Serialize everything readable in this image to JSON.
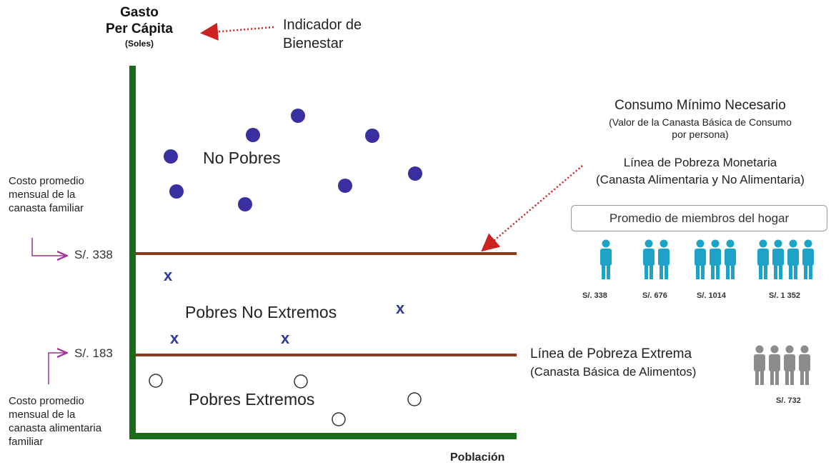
{
  "axes": {
    "y_title": [
      "Gasto",
      "Per Cápita"
    ],
    "y_unit": "(Soles)",
    "y_indicator": [
      "Indicador de",
      "Bienestar"
    ],
    "x_title": "Población"
  },
  "regions": {
    "no_pobres": "No Pobres",
    "pobres_no_extremos": "Pobres No Extremos",
    "pobres_extremos": "Pobres Extremos"
  },
  "lines": {
    "poverty_value_label": "S/. 338",
    "extreme_value_label": "S/. 183"
  },
  "notes": {
    "basket_family": [
      "Costo promedio",
      "mensual de la",
      "canasta familiar"
    ],
    "basket_food": [
      "Costo promedio",
      "mensual de la",
      "canasta alimentaria",
      "familiar"
    ]
  },
  "consumo_minimo": {
    "title": "Consumo Mínimo Necesario",
    "subtitle": [
      "(Valor de la Canasta Básica de Consumo",
      "por persona)"
    ]
  },
  "linea_monetaria": {
    "title": "Línea de Pobreza Monetaria",
    "subtitle": "(Canasta Alimentaria y No Alimentaria)"
  },
  "hogar": {
    "title": "Promedio de miembros del hogar",
    "groups": [
      {
        "members": 1,
        "amount": "S/. 338"
      },
      {
        "members": 2,
        "amount": "S/. 676"
      },
      {
        "members": 3,
        "amount": "S/. 1014"
      },
      {
        "members": 4,
        "amount": "S/. 1 352"
      }
    ]
  },
  "linea_extrema": {
    "title": "Línea de Pobreza Extrema",
    "subtitle": "(Canasta Básica de Alimentos)",
    "members": 4,
    "amount": "S/. 732"
  },
  "markers": {
    "x_symbol": "x"
  },
  "colors": {
    "axis": "#1a6b1a",
    "threshold_line": "#8b3a1e",
    "dot": "#3a2fa0",
    "cross": "#2e3b9c",
    "arrow": "#cc2222",
    "pointer": "#a0309a",
    "person_teal": "#1fa2c7",
    "person_gray": "#8c8c8c"
  }
}
